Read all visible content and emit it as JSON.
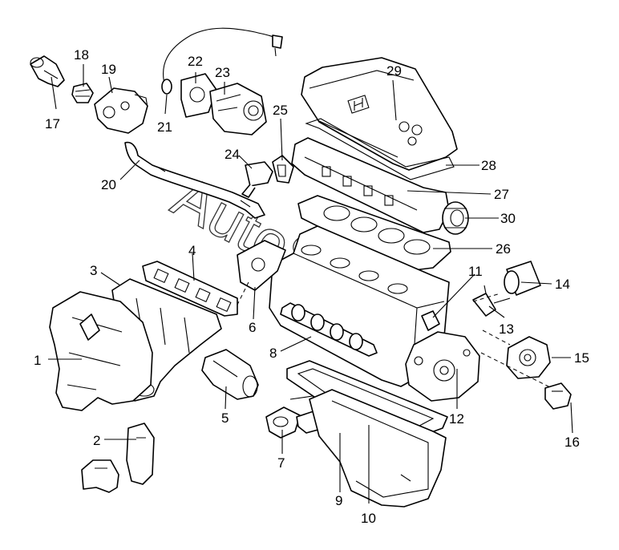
{
  "callouts": [
    "1",
    "2",
    "3",
    "4",
    "5",
    "6",
    "7",
    "8",
    "9",
    "10",
    "11",
    "12",
    "13",
    "14",
    "15",
    "16",
    "17",
    "18",
    "19",
    "20",
    "21",
    "22",
    "23",
    "24",
    "25",
    "26",
    "27",
    "28",
    "29",
    "30"
  ],
  "watermark": "AutoSoft"
}
